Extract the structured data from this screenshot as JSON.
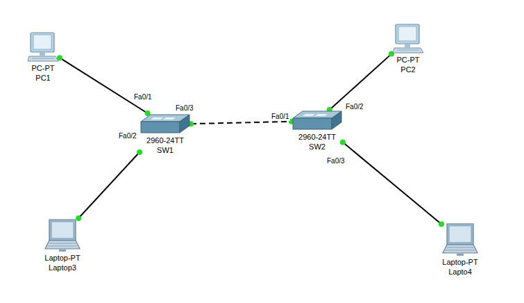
{
  "diagram": {
    "nodes": [
      {
        "text": [
          "PC-PT",
          "PC1"
        ]
      },
      {
        "text": [
          "2960-24TT",
          "SW1"
        ]
      },
      {
        "text": [
          "PC-PT",
          "PC2"
        ]
      },
      {
        "text": [
          "2960-24TT",
          "SW2"
        ]
      },
      {
        "text": [
          "Laptop-PT",
          "Laptop3"
        ]
      },
      {
        "text": [
          "Laptop-PT",
          "Lapto4"
        ]
      }
    ],
    "edges": [
      {
        "from": 0,
        "to": 1,
        "arrow": "none"
      },
      {
        "from": 4,
        "to": 1,
        "arrow": "none"
      },
      {
        "from": 1,
        "to": 3,
        "arrow": "none"
      },
      {
        "from": 3,
        "to": 2,
        "arrow": "none"
      },
      {
        "from": 3,
        "to": 5,
        "arrow": "none"
      }
    ],
    "labels": [
      "Fa0/1",
      "Fa0/3",
      "Fa0/2",
      "Fa0/1",
      "Fa0/2",
      "Fa0/3"
    ]
  }
}
